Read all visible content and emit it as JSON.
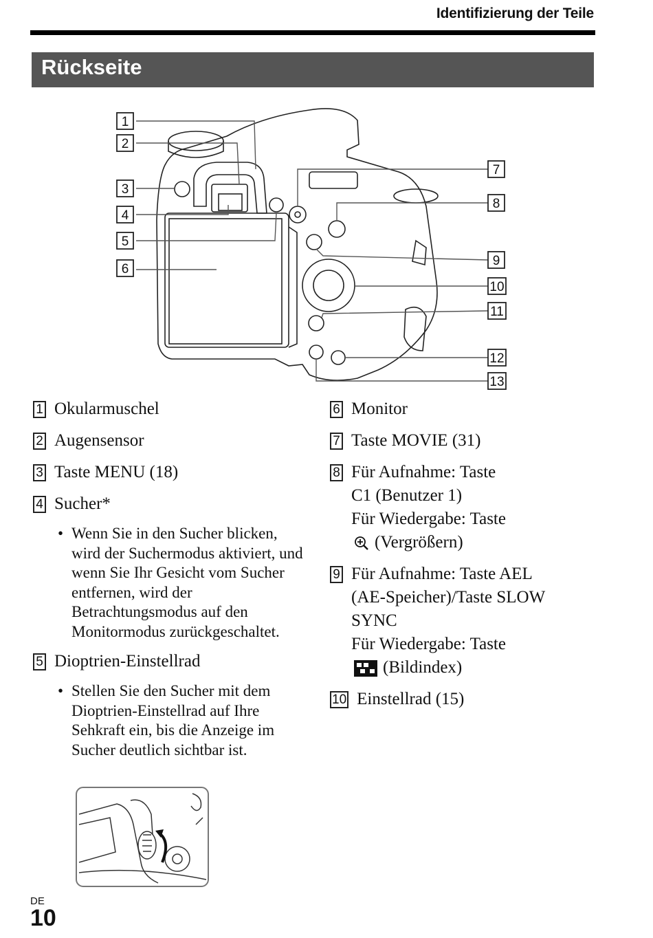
{
  "header": {
    "title": "Identifizierung der Teile"
  },
  "section": {
    "title": "Rückseite"
  },
  "callouts": [
    "1",
    "2",
    "3",
    "4",
    "5",
    "6",
    "7",
    "8",
    "9",
    "10",
    "11",
    "12",
    "13"
  ],
  "items_left": [
    {
      "num": "1",
      "text": "Okularmuschel"
    },
    {
      "num": "2",
      "text": "Augensensor"
    },
    {
      "num": "3",
      "text": "Taste MENU (18)"
    },
    {
      "num": "4",
      "text": "Sucher*",
      "note": "Wenn Sie in den Sucher blicken, wird der Suchermodus aktiviert, und wenn Sie Ihr Gesicht vom Sucher entfernen, wird der Betrachtungsmodus auf den Monitormodus zurückgeschaltet."
    },
    {
      "num": "5",
      "text": "Dioptrien-Einstellrad",
      "note": "Stellen Sie den Sucher mit dem Dioptrien-Einstellrad auf Ihre Sehkraft ein, bis die Anzeige im Sucher deutlich sichtbar ist."
    }
  ],
  "items_right": [
    {
      "num": "6",
      "text": "Monitor"
    },
    {
      "num": "7",
      "text": "Taste MOVIE (31)"
    },
    {
      "num": "8",
      "line1": "Für Aufnahme: Taste",
      "line2": "C1 (Benutzer 1)",
      "line3": "Für Wiedergabe: Taste",
      "line4": "(Vergrößern)",
      "icon": "zoom-in-icon"
    },
    {
      "num": "9",
      "line1": "Für Aufnahme: Taste AEL",
      "line2": "(AE-Speicher)/Taste SLOW",
      "line3": "SYNC",
      "line4": "Für Wiedergabe: Taste",
      "line5": "(Bildindex)",
      "icon": "image-index-icon"
    },
    {
      "num": "10",
      "text": "Einstellrad (15)"
    }
  ],
  "footer": {
    "lang": "DE",
    "page": "10"
  }
}
